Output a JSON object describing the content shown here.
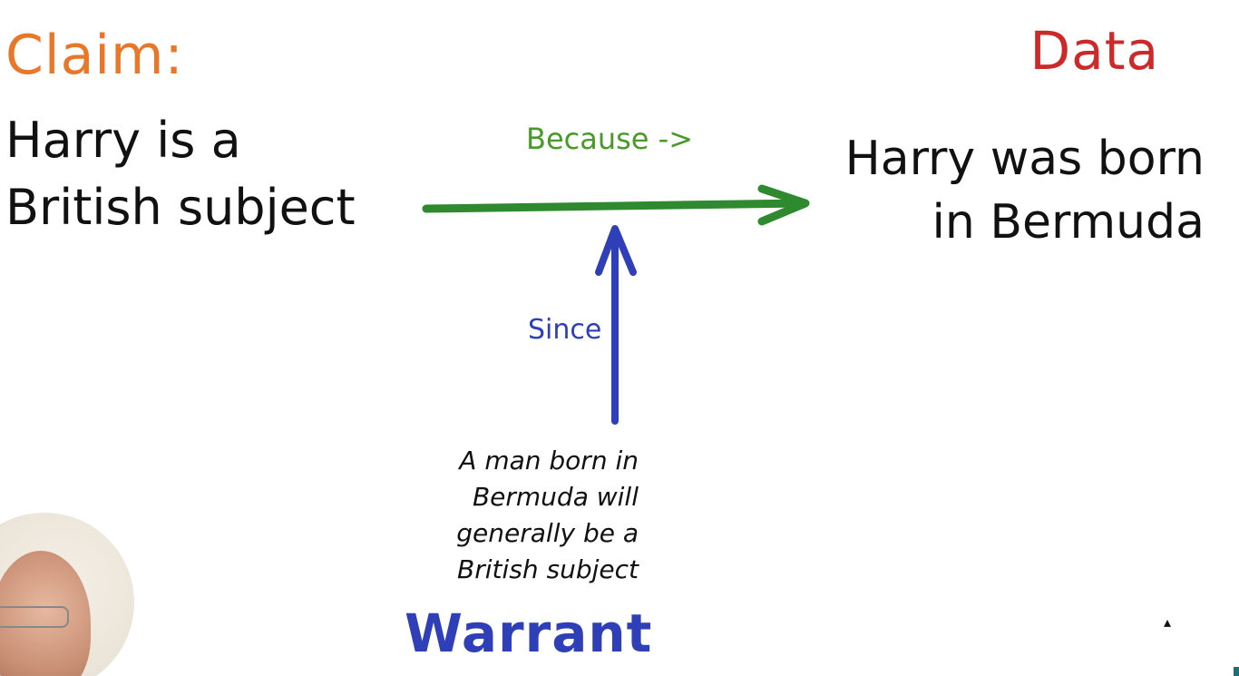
{
  "claim": {
    "heading": "Claim:",
    "lines": [
      "Harry is a",
      "British subject"
    ]
  },
  "data": {
    "heading": "Data",
    "lines": [
      "Harry was born",
      "in Bermuda"
    ]
  },
  "because_label": "Because ->",
  "since_label": "Since",
  "warrant": {
    "heading": "Warrant",
    "lines": [
      "A man born in",
      "Bermuda will",
      "generally be a",
      "British subject"
    ]
  },
  "colors": {
    "claim": "#e8772a",
    "data": "#cc2a2a",
    "because": "#4a9a2a",
    "warrant": "#2f3fb8"
  }
}
